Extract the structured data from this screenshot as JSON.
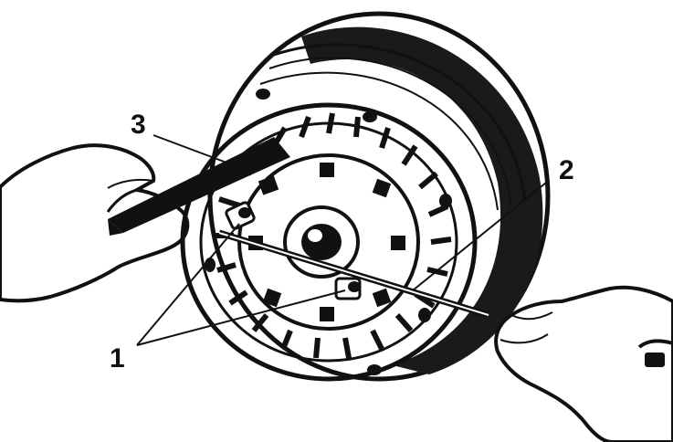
{
  "callouts": [
    {
      "id": "1",
      "label": "1"
    },
    {
      "id": "2",
      "label": "2"
    },
    {
      "id": "3",
      "label": "3"
    }
  ],
  "colors": {
    "ink": "#111111",
    "paper": "#ffffff"
  }
}
